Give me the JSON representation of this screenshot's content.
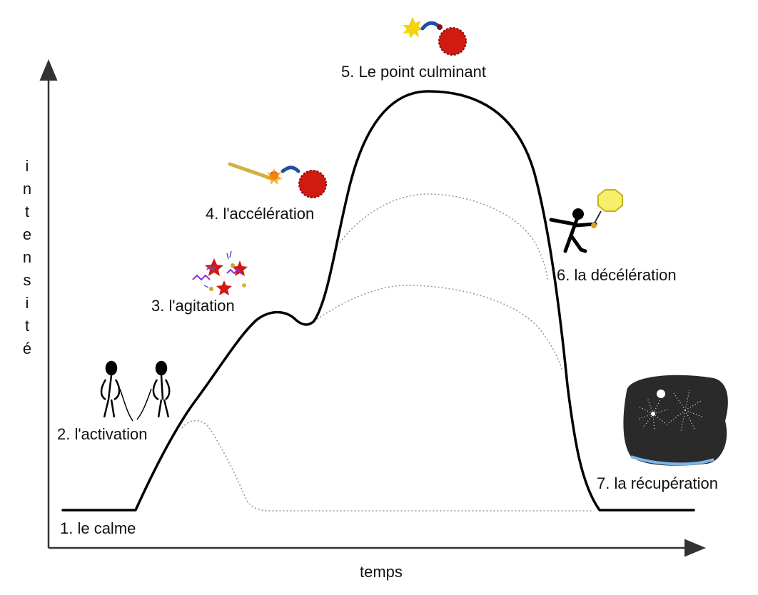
{
  "axes": {
    "y_label": "intensité",
    "y_letters": [
      "i",
      "n",
      "t",
      "e",
      "n",
      "s",
      "i",
      "t",
      "é"
    ],
    "x_label": "temps"
  },
  "phases": [
    {
      "label": "1. le calme",
      "icon": "none"
    },
    {
      "label": "2. l'activation",
      "icon": "two-stick-figures-icon"
    },
    {
      "label": "3. l'agitation",
      "icon": "stars-confetti-icon"
    },
    {
      "label": "4. l'accélération",
      "icon": "match-lighting-bomb-icon"
    },
    {
      "label": "5. Le point culminant",
      "icon": "bomb-exploding-fuse-icon"
    },
    {
      "label": "6. la décélération",
      "icon": "figure-with-sign-icon"
    },
    {
      "label": "7. la récupération",
      "icon": "fireworks-night-icon"
    }
  ],
  "colors": {
    "main_curve": "#000000",
    "dotted_curve": "#9a9a9a",
    "bomb": "#d11a12",
    "fuse": "#1f4fa3",
    "spark": "#f2d40a",
    "fireworks_bg": "#2a2a2a"
  }
}
